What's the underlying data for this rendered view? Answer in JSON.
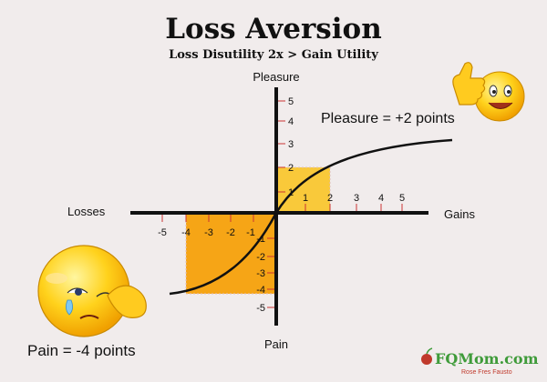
{
  "title": "Loss Aversion",
  "subtitle": "Loss Disutility 2x > Gain Utility",
  "axes": {
    "top": "Pleasure",
    "bottom": "Pain",
    "left": "Losses",
    "right": "Gains"
  },
  "x_ticks": [
    "-5",
    "-4",
    "-3",
    "-2",
    "-1",
    "1",
    "2",
    "3",
    "4",
    "5"
  ],
  "y_ticks_pos": [
    "1",
    "2",
    "3",
    "4",
    "5"
  ],
  "y_ticks_neg": [
    "-1",
    "-2",
    "-3",
    "-4",
    "-5"
  ],
  "annotations": {
    "pleasure": "Pleasure = +2 points",
    "pain": "Pain = -4 points"
  },
  "logo": {
    "name": "FQMom.com",
    "tagline": "Rose Fres Fausto"
  },
  "icons": [
    "thumbs-up-smiley-icon",
    "crying-smiley-icon"
  ],
  "colors": {
    "gain_box": "#f9c93a",
    "loss_box": "#f6a516",
    "tick": "#cc3333",
    "logo_green": "#3f9b3a",
    "logo_red": "#c0392b"
  }
}
